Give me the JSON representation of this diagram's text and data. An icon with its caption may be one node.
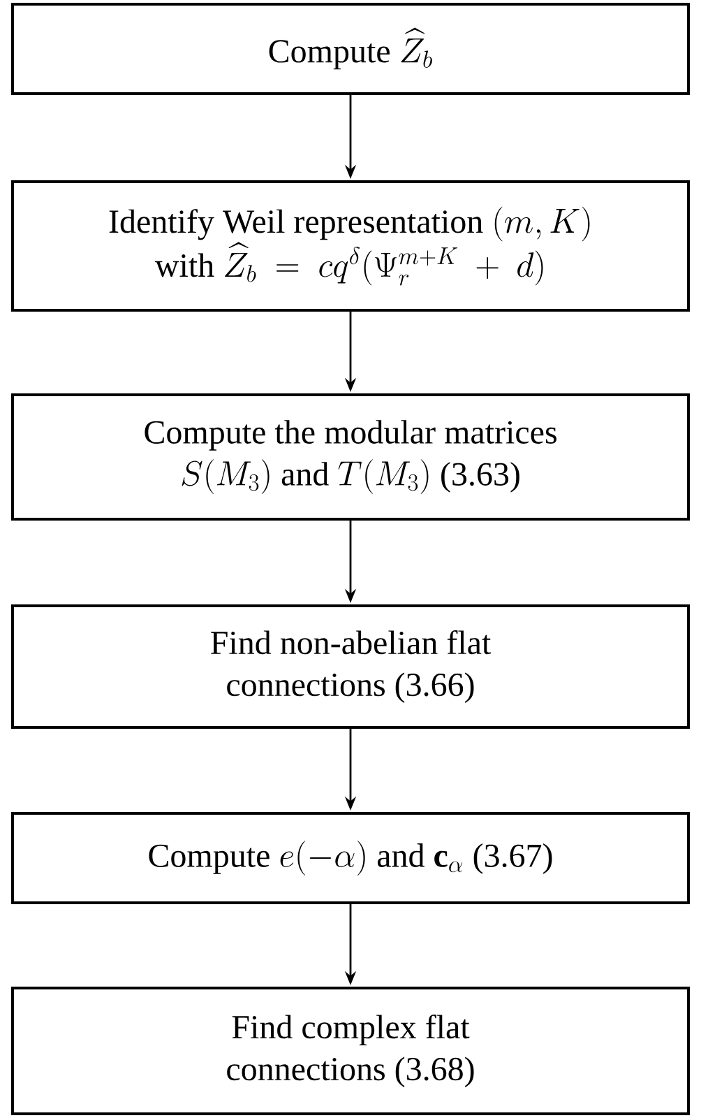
{
  "diagram": {
    "nodes": [
      {
        "text": [
          "\\text{Compute }\\widehat{Z}_b"
        ]
      },
      {
        "text": [
          "\\text{Identify Weil representation }(m,K)\\allowbreak\\ \\text{with }\\widehat{Z}_b\\ =\\ cq^{\\delta}(\\Psi_r^{m+K}\\ +\\ d)"
        ]
      },
      {
        "text": [
          "\\text{Compute the modular matrices}\\allowbreak\\ S(M_3)\\text{ and }T(M_3)\\text{ (3.63)}"
        ]
      },
      {
        "text": [
          "Find non-abelian flat connections (3.66)"
        ]
      },
      {
        "text": [
          "\\text{Compute }e(-\\alpha)\\text{ and }\\mathbf{c}_{\\alpha}\\text{ (3.67)}"
        ]
      },
      {
        "text": [
          "Find complex flat connections (3.68)"
        ]
      }
    ],
    "edges": [
      {
        "from": 0,
        "to": 1,
        "arrow": "to"
      },
      {
        "from": 1,
        "to": 2,
        "arrow": "to"
      },
      {
        "from": 2,
        "to": 3,
        "arrow": "to"
      },
      {
        "from": 3,
        "to": 4,
        "arrow": "to"
      },
      {
        "from": 4,
        "to": 5,
        "arrow": "to"
      }
    ]
  }
}
